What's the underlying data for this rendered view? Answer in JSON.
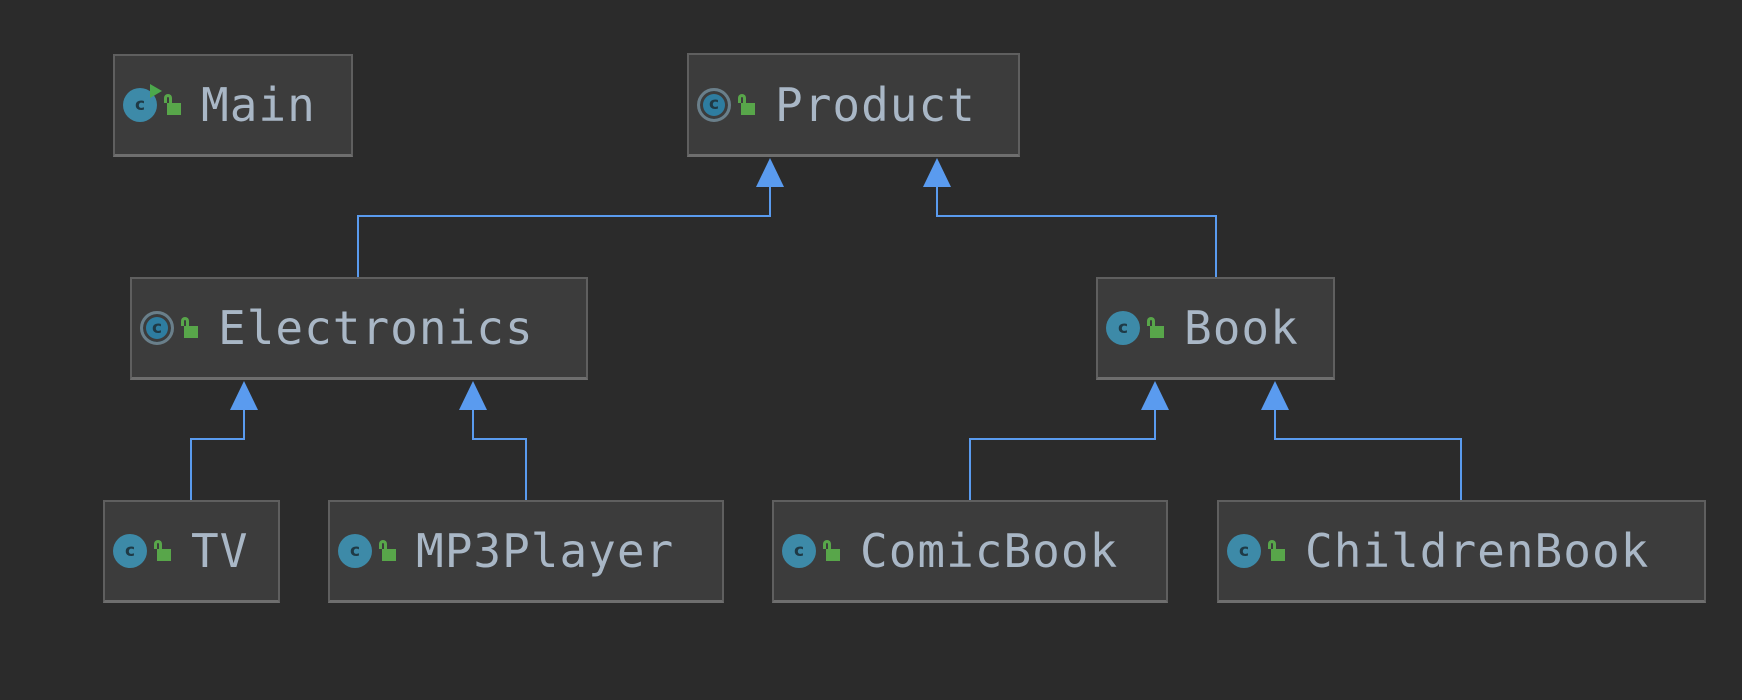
{
  "diagram": {
    "colors": {
      "background": "#2b2b2b",
      "node_fill": "#3c3c3c",
      "node_border": "#5f5f5f",
      "node_text": "#a9b7c6",
      "class_icon": "#3d8aa8",
      "lock_icon": "#58a64a",
      "run_badge": "#4ca84c",
      "edge": "#5a9bef"
    },
    "nodes": [
      {
        "id": "main",
        "label": "Main",
        "icon": "class-runnable-icon",
        "visibility_icon": "public-lock-icon"
      },
      {
        "id": "product",
        "label": "Product",
        "icon": "abstract-class-icon",
        "visibility_icon": "public-lock-icon"
      },
      {
        "id": "electronics",
        "label": "Electronics",
        "icon": "abstract-class-icon",
        "visibility_icon": "public-lock-icon"
      },
      {
        "id": "book",
        "label": "Book",
        "icon": "class-icon",
        "visibility_icon": "public-lock-icon"
      },
      {
        "id": "tv",
        "label": "TV",
        "icon": "class-icon",
        "visibility_icon": "public-lock-icon"
      },
      {
        "id": "mp3player",
        "label": "MP3Player",
        "icon": "class-icon",
        "visibility_icon": "public-lock-icon"
      },
      {
        "id": "comicbook",
        "label": "ComicBook",
        "icon": "class-icon",
        "visibility_icon": "public-lock-icon"
      },
      {
        "id": "childrenbook",
        "label": "ChildrenBook",
        "icon": "class-icon",
        "visibility_icon": "public-lock-icon"
      }
    ],
    "edges": [
      {
        "from": "electronics",
        "to": "product",
        "relation": "inheritance"
      },
      {
        "from": "book",
        "to": "product",
        "relation": "inheritance"
      },
      {
        "from": "tv",
        "to": "electronics",
        "relation": "inheritance"
      },
      {
        "from": "mp3player",
        "to": "electronics",
        "relation": "inheritance"
      },
      {
        "from": "comicbook",
        "to": "book",
        "relation": "inheritance"
      },
      {
        "from": "childrenbook",
        "to": "book",
        "relation": "inheritance"
      }
    ]
  }
}
